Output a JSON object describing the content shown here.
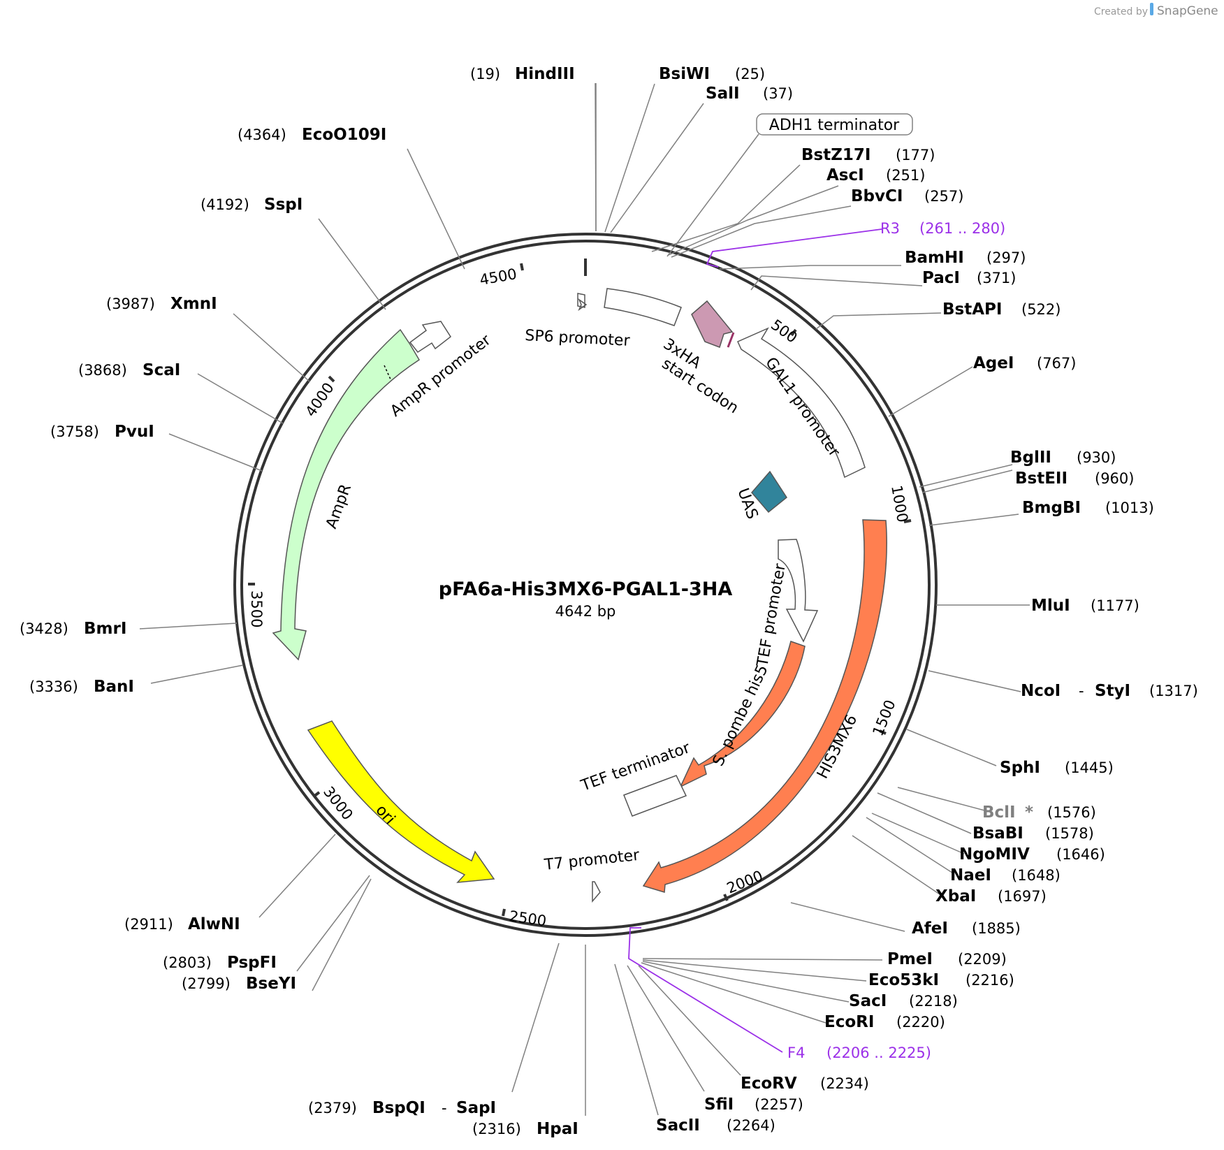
{
  "plasmid": {
    "name": "pFA6a-His3MX6-PGAL1-3HA",
    "length_label": "4642 bp",
    "length": 4642
  },
  "credit": {
    "prefix": "Created by",
    "brand": "SnapGene"
  },
  "ticks": [
    "500",
    "1000",
    "1500",
    "2000",
    "2500",
    "3000",
    "3500",
    "4000",
    "4500"
  ],
  "features": [
    {
      "name": "AmpR",
      "color": "#ccffcc"
    },
    {
      "name": "AmpR promoter",
      "color": "#ffffff"
    },
    {
      "name": "SP6 promoter",
      "color": "#ffffff"
    },
    {
      "name": "3xHA",
      "color": "#cc99b2"
    },
    {
      "name": "start codon",
      "color": "#993366"
    },
    {
      "name": "GAL1 promoter",
      "color": "#ffffff"
    },
    {
      "name": "UAS",
      "color": "#31849b"
    },
    {
      "name": "TEF promoter",
      "color": "#ffffff"
    },
    {
      "name": "S. pombe his5",
      "color": "#ff7f50"
    },
    {
      "name": "HIS3MX6",
      "color": "#ff7f50"
    },
    {
      "name": "TEF terminator",
      "color": "#ffffff"
    },
    {
      "name": "T7 promoter",
      "color": "#ffffff"
    },
    {
      "name": "ori",
      "color": "#ffff00"
    },
    {
      "name": "ADH1 terminator",
      "color": "#ffffff"
    }
  ],
  "sites_right": [
    {
      "name": "BsiWI",
      "pos": "(25)"
    },
    {
      "name": "SalI",
      "pos": "(37)"
    },
    {
      "name": "BstZ17I",
      "pos": "(177)"
    },
    {
      "name": "AscI",
      "pos": "(251)"
    },
    {
      "name": "BbvCI",
      "pos": "(257)"
    },
    {
      "name": "BamHI",
      "pos": "(297)"
    },
    {
      "name": "PacI",
      "pos": "(371)"
    },
    {
      "name": "BstAPI",
      "pos": "(522)"
    },
    {
      "name": "AgeI",
      "pos": "(767)"
    },
    {
      "name": "BglII",
      "pos": "(930)"
    },
    {
      "name": "BstEII",
      "pos": "(960)"
    },
    {
      "name": "BmgBI",
      "pos": "(1013)"
    },
    {
      "name": "MluI",
      "pos": "(1177)"
    },
    {
      "name": "NcoI",
      "name2": "StyI",
      "pos": "(1317)"
    },
    {
      "name": "SphI",
      "pos": "(1445)"
    },
    {
      "name": "BclI",
      "star": "*",
      "pos": "(1576)"
    },
    {
      "name": "BsaBI",
      "pos": "(1578)"
    },
    {
      "name": "NgoMIV",
      "pos": "(1646)"
    },
    {
      "name": "NaeI",
      "pos": "(1648)"
    },
    {
      "name": "XbaI",
      "pos": "(1697)"
    },
    {
      "name": "AfeI",
      "pos": "(1885)"
    },
    {
      "name": "PmeI",
      "pos": "(2209)"
    },
    {
      "name": "Eco53kI",
      "pos": "(2216)"
    },
    {
      "name": "SacI",
      "pos": "(2218)"
    },
    {
      "name": "EcoRI",
      "pos": "(2220)"
    },
    {
      "name": "EcoRV",
      "pos": "(2234)"
    },
    {
      "name": "SfiI",
      "pos": "(2257)"
    },
    {
      "name": "SacII",
      "pos": "(2264)"
    }
  ],
  "sites_left": [
    {
      "name": "HindIII",
      "pos": "(19)"
    },
    {
      "name": "EcoO109I",
      "pos": "(4364)"
    },
    {
      "name": "SspI",
      "pos": "(4192)"
    },
    {
      "name": "XmnI",
      "pos": "(3987)"
    },
    {
      "name": "ScaI",
      "pos": "(3868)"
    },
    {
      "name": "PvuI",
      "pos": "(3758)"
    },
    {
      "name": "BmrI",
      "pos": "(3428)"
    },
    {
      "name": "BanI",
      "pos": "(3336)"
    },
    {
      "name": "AlwNI",
      "pos": "(2911)"
    },
    {
      "name": "PspFI",
      "pos": "(2803)"
    },
    {
      "name": "BseYI",
      "pos": "(2799)"
    },
    {
      "name": "BspQI",
      "name2": "SapI",
      "pos": "(2379)"
    },
    {
      "name": "HpaI",
      "pos": "(2316)"
    }
  ],
  "primers": [
    {
      "name": "R3",
      "pos": "(261 .. 280)"
    },
    {
      "name": "F4",
      "pos": "(2206 .. 2225)"
    }
  ]
}
